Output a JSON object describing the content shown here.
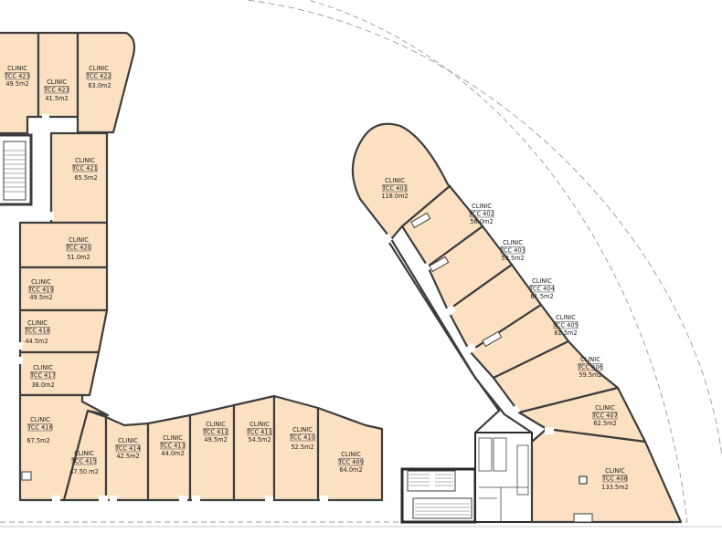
{
  "rooms": [
    {
      "id": "r423a",
      "label": "CLINIC",
      "code": "TCC  423",
      "area": "49.5m2"
    },
    {
      "id": "r423b",
      "label": "CLINIC",
      "code": "TCC  423",
      "area": "41.5m2"
    },
    {
      "id": "r422",
      "label": "CLINIC",
      "code": "TCC  422",
      "area": "63.0m2"
    },
    {
      "id": "r421",
      "label": "CLINIC",
      "code": "TCC  421",
      "area": "65.5m2"
    },
    {
      "id": "r420",
      "label": "CLINIC",
      "code": "TCC  420",
      "area": "51.0m2"
    },
    {
      "id": "r419",
      "label": "CLINIC",
      "code": "TCC  419",
      "area": "49.5m2"
    },
    {
      "id": "r418",
      "label": "CLINIC",
      "code": "TCC  418",
      "area": "44.5m2"
    },
    {
      "id": "r417",
      "label": "CLINIC",
      "code": "TCC  417",
      "area": "38.0m2"
    },
    {
      "id": "r416",
      "label": "CLINIC",
      "code": "TCC  416",
      "area": "67.5m2"
    },
    {
      "id": "r415",
      "label": "CLINIC",
      "code": "TCC  415",
      "area": "47.50 m2"
    },
    {
      "id": "r414",
      "label": "CLINIC",
      "code": "TCC  414",
      "area": "42.5m2"
    },
    {
      "id": "r413",
      "label": "CLINIC",
      "code": "TCC  413",
      "area": "44.0m2"
    },
    {
      "id": "r412",
      "label": "CLINIC",
      "code": "TCC  412",
      "area": "49.5m2"
    },
    {
      "id": "r411",
      "label": "CLINIC",
      "code": "TCC  411",
      "area": "54.5m2"
    },
    {
      "id": "r410",
      "label": "CLINIC",
      "code": "TCC  410",
      "area": "52.5m2"
    },
    {
      "id": "r409",
      "label": "CLINIC",
      "code": "TCC  409",
      "area": "64.0m2"
    },
    {
      "id": "r401",
      "label": "CLINIC",
      "code": "TCC  401",
      "area": "118.0m2"
    },
    {
      "id": "r402",
      "label": "CLINIC",
      "code": "TCC  402",
      "area": "56.0m2"
    },
    {
      "id": "r403",
      "label": "CLINIC",
      "code": "TCC  403",
      "area": "59.5m2"
    },
    {
      "id": "r404",
      "label": "CLINIC",
      "code": "TCC  404",
      "area": "61.5m2"
    },
    {
      "id": "r405",
      "label": "CLINIC",
      "code": "TCC  405",
      "area": "61.5m2"
    },
    {
      "id": "r406",
      "label": "CLINIC",
      "code": "TCC  406",
      "area": "59.5m2"
    },
    {
      "id": "r407",
      "label": "CLINIC",
      "code": "TCC  407",
      "area": "62.5m2"
    },
    {
      "id": "r408",
      "label": "CLINIC",
      "code": "TCC  408",
      "area": "133.5m2"
    }
  ],
  "colors": {
    "room_fill": "#fce0c2",
    "wall": "#3d3d3d",
    "background": "#ffffff"
  }
}
